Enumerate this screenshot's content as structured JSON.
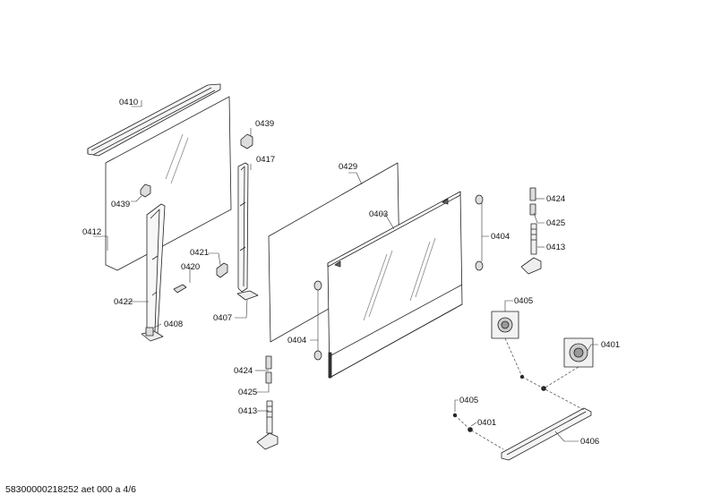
{
  "parts": {
    "p0410": "0410",
    "p0439a": "0439",
    "p0439b": "0439",
    "p0417": "0417",
    "p0412": "0412",
    "p0421": "0421",
    "p0420": "0420",
    "p0422": "0422",
    "p0408": "0408",
    "p0407": "0407",
    "p0429": "0429",
    "p0403": "0403",
    "p0404a": "0404",
    "p0404b": "0404",
    "p0424a": "0424",
    "p0425a": "0425",
    "p0413a": "0413",
    "p0424b": "0424",
    "p0425b": "0425",
    "p0413b": "0413",
    "p0405a": "0405",
    "p0401a": "0401",
    "p0405b": "0405",
    "p0401b": "0401",
    "p0406": "0406"
  },
  "footer": "58300000218252 aet 000 a 4/6"
}
